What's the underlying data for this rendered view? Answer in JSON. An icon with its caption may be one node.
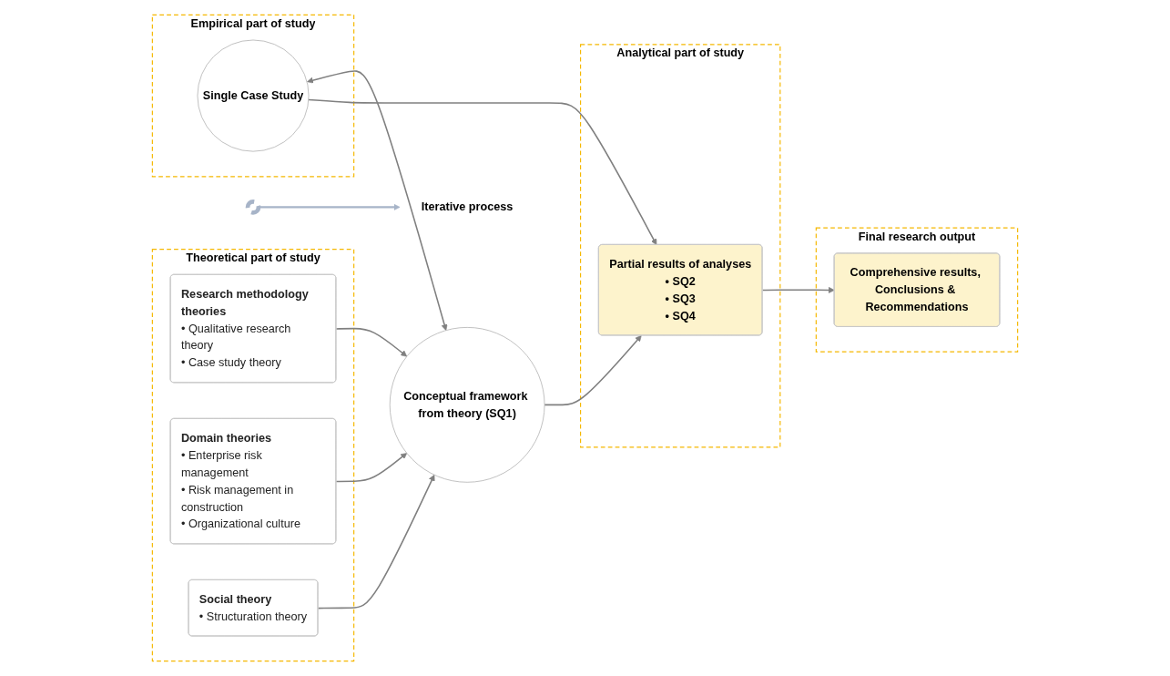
{
  "diagram": {
    "nodes": [
      {
        "text": [
          "Empirical part of study"
        ]
      },
      {
        "text": [
          "Single Case Study"
        ],
        "in": 0
      },
      {
        "text": [
          "Analytical part of study"
        ]
      },
      {
        "text": [
          "Partial results of analyses",
          "• SQ2",
          "• SQ3",
          "• SQ4"
        ],
        "in": 2
      },
      {
        "text": [
          "Final research output"
        ]
      },
      {
        "text": [
          "Comprehensive results, Conclusions & Recommendations"
        ],
        "in": 4
      },
      {
        "text": [
          "Theoretical part of study"
        ]
      },
      {
        "text": [
          "Research methodology theories",
          "• Qualitative research theory",
          "• Case study theory"
        ],
        "in": 6
      },
      {
        "text": [
          "Domain theories",
          "• Enterprise risk management",
          "• Risk management in construction",
          "• Organizational culture"
        ],
        "in": 6
      },
      {
        "text": [
          "Social theory",
          "• Structuration theory"
        ],
        "in": 6
      },
      {
        "text": [
          "Conceptual framework from theory (SQ1)"
        ]
      },
      {
        "text": [],
        "shape": "circle"
      },
      {
        "text": [
          "Iterative process"
        ]
      }
    ],
    "edges": [
      {
        "from": 7,
        "to": 10,
        "arrow": "to"
      },
      {
        "from": 8,
        "to": 10,
        "arrow": "to"
      },
      {
        "from": 9,
        "to": 10,
        "arrow": "to"
      },
      {
        "from": 1,
        "to": 10,
        "arrow": "both"
      },
      {
        "from": 1,
        "to": 3,
        "arrow": "to"
      },
      {
        "from": 10,
        "to": 3,
        "arrow": "to"
      },
      {
        "from": 3,
        "to": 5,
        "arrow": "to"
      },
      {
        "from": 11,
        "to": 12,
        "arrow": "to",
        "color": "#a7b4c8"
      }
    ]
  }
}
